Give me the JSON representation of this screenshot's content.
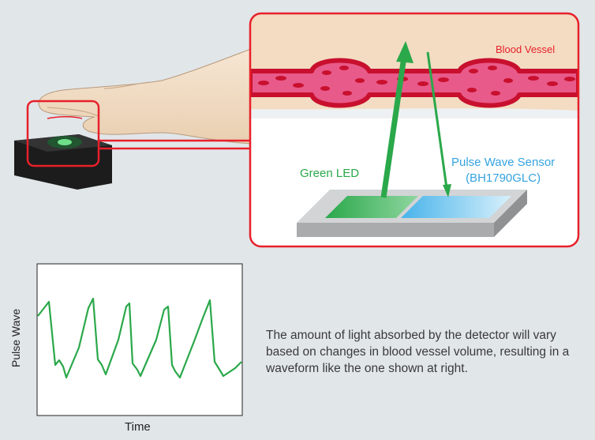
{
  "labels": {
    "blood_vessel": "Blood Vessel",
    "green_led": "Green LED",
    "sensor_line1": "Pulse Wave Sensor",
    "sensor_line2": "(BH1790GLC)"
  },
  "chart": {
    "ylabel": "Pulse Wave",
    "xlabel": "Time"
  },
  "caption": "The amount of light absorbed by the detector will vary based on changes in blood vessel volume, resulting in a waveform like the one shown at right.",
  "colors": {
    "background": "#e1e6e9",
    "highlight_red": "#e8202a",
    "vessel_red": "#c8102e",
    "vessel_pink": "#e85a8a",
    "led_green": "#2aa84a",
    "sensor_blue": "#35a3e0",
    "skin": "#f2dcc3"
  }
}
